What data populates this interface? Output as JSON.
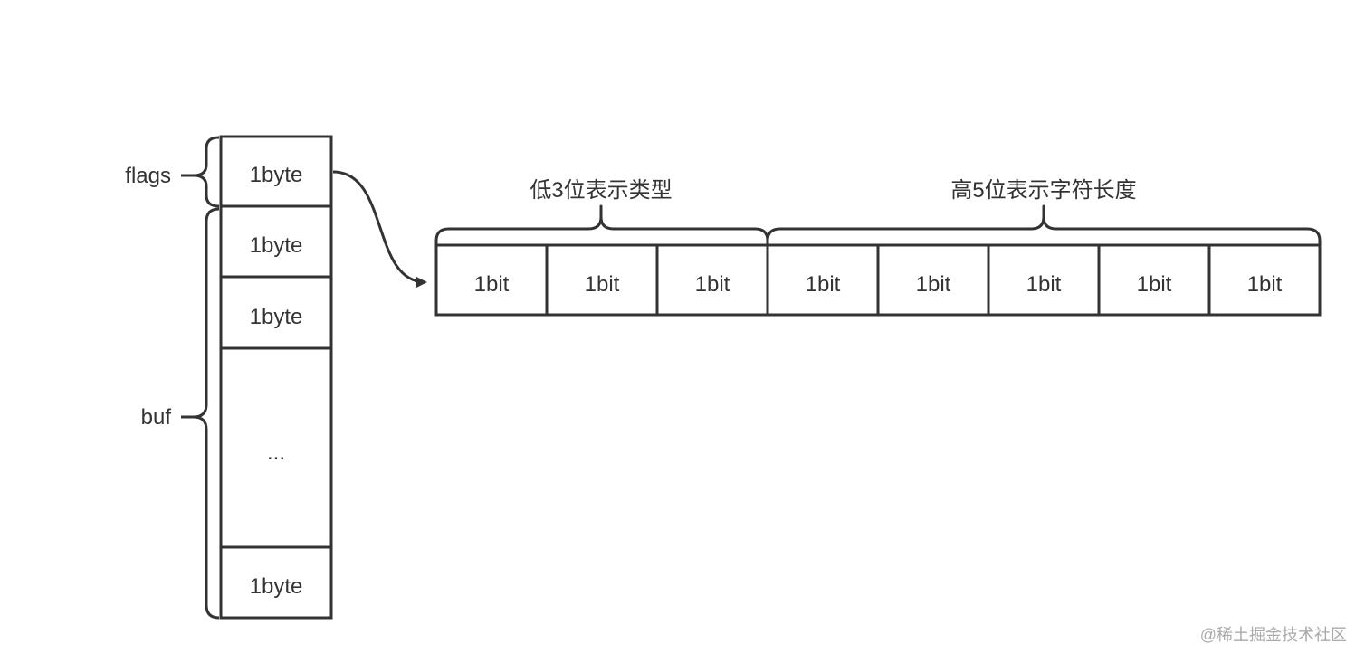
{
  "colors": {
    "stroke": "#333333",
    "text": "#333333",
    "watermark": "#aaaaaa",
    "background": "#ffffff"
  },
  "labels": {
    "flags": "flags",
    "buf": "buf",
    "low_bits": "低3位表示类型",
    "high_bits": "高5位表示字符长度"
  },
  "byte_column": {
    "cells": [
      "1byte",
      "1byte",
      "1byte",
      "...",
      "1byte"
    ]
  },
  "bit_row": {
    "cells": [
      "1bit",
      "1bit",
      "1bit",
      "1bit",
      "1bit",
      "1bit",
      "1bit",
      "1bit"
    ]
  },
  "watermark": "@稀土掘金技术社区"
}
